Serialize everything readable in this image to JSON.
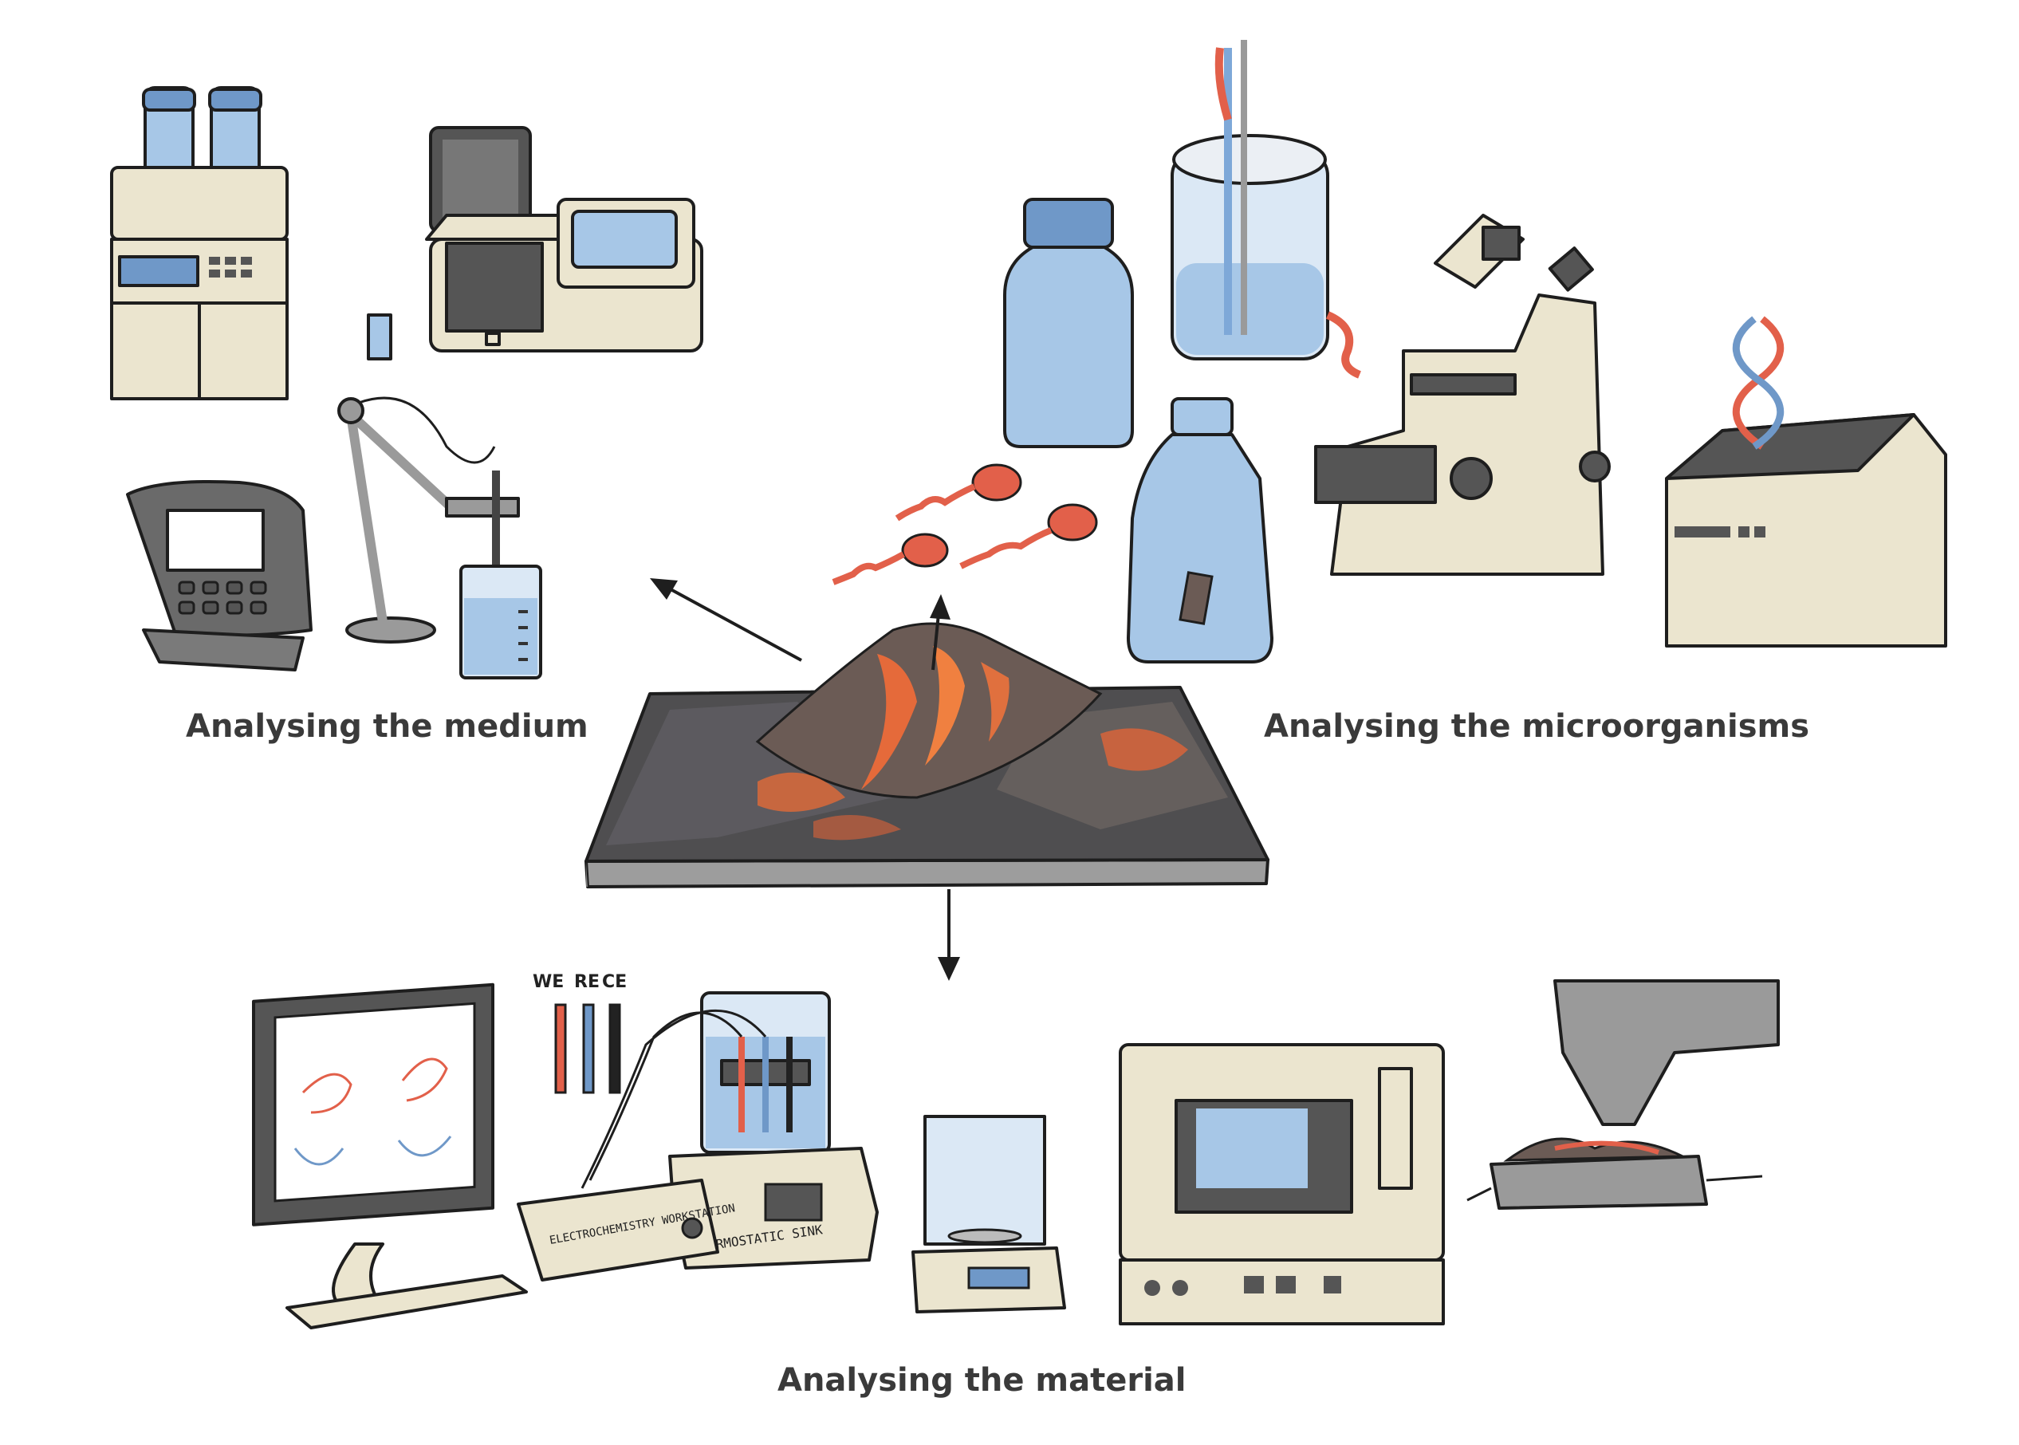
{
  "labels": {
    "medium": "Analysing the medium",
    "microorganisms": "Analysing the microorganisms",
    "material": "Analysing the material"
  },
  "electrodes": {
    "we": "WE",
    "re": "RE",
    "ce": "CE"
  },
  "devices": {
    "electrochemistry_workstation": "ELECTROCHEMISTRY WORKSTATION",
    "thermostatic_sink": "THERMOSTATIC SINK"
  },
  "colors": {
    "outline": "#1e1e1e",
    "cream": "#ebe5cf",
    "blue": "#a7c7e7",
    "blue_dark": "#6f98c8",
    "red": "#e2604a",
    "gray": "#9a9a9a",
    "dark_gray": "#555555",
    "text": "#3a3a3a"
  }
}
